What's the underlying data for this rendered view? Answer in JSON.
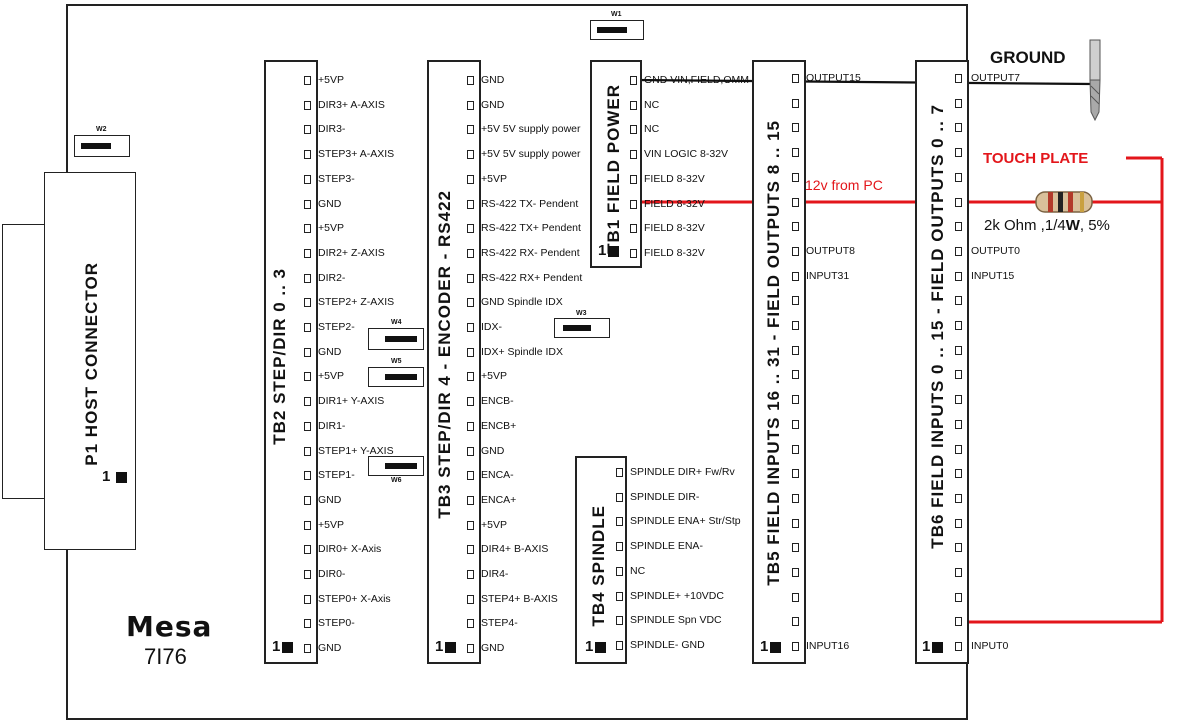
{
  "board": {
    "logo": "Mesa",
    "model": "7I76",
    "p1_label": "P1 HOST CONNECTOR",
    "pin_one": "1"
  },
  "jumpers": [
    {
      "id": "w1",
      "label": "W1"
    },
    {
      "id": "w2",
      "label": "W2"
    },
    {
      "id": "w3",
      "label": "W3"
    },
    {
      "id": "w4",
      "label": "W4"
    },
    {
      "id": "w5",
      "label": "W5"
    },
    {
      "id": "w6",
      "label": "W6"
    }
  ],
  "strips": [
    {
      "id": "tb2",
      "title": "TB2 STEP/DIR 0 .. 3",
      "pins": [
        "+5VP",
        "DIR3+ A-AXIS",
        "DIR3-",
        "STEP3+ A-AXIS",
        "STEP3-",
        "GND",
        "+5VP",
        "DIR2+ Z-AXIS",
        "DIR2-",
        "STEP2+ Z-AXIS",
        "STEP2-",
        "GND",
        "+5VP",
        "DIR1+ Y-AXIS",
        "DIR1-",
        "STEP1+ Y-AXIS",
        "STEP1-",
        "GND",
        "+5VP",
        "DIR0+ X-Axis",
        "DIR0-",
        "STEP0+ X-Axis",
        "STEP0-",
        "GND"
      ]
    },
    {
      "id": "tb3",
      "title": "TB3 STEP/DIR 4 - ENCODER - RS422",
      "pins": [
        "GND",
        "GND",
        "+5V 5V supply power",
        "+5V 5V supply power",
        "+5VP",
        "RS-422 TX- Pendent",
        "RS-422 TX+ Pendent",
        "RS-422 RX- Pendent",
        "RS-422 RX+ Pendent",
        "GND Spindle IDX",
        "IDX-",
        "IDX+ Spindle IDX",
        "+5VP",
        "ENCB-",
        "ENCB+",
        "GND",
        "ENCA-",
        "ENCA+",
        "+5VP",
        "DIR4+ B-AXIS",
        "DIR4-",
        "STEP4+ B-AXIS",
        "STEP4-",
        "GND"
      ]
    },
    {
      "id": "tb1",
      "title": "TB1 FIELD POWER",
      "pins": [
        "GND VIN,FIELD,OMM",
        "NC",
        "NC",
        "VIN LOGIC 8-32V",
        "FIELD 8-32V",
        "FIELD 8-32V",
        "FIELD 8-32V",
        "FIELD 8-32V"
      ]
    },
    {
      "id": "tb4",
      "title": "TB4 SPINDLE",
      "pins": [
        "SPINDLE DIR+ Fw/Rv",
        "SPINDLE DIR-",
        "SPINDLE ENA+ Str/Stp",
        "SPINDLE ENA-",
        "NC",
        "SPINDLE+ +10VDC",
        "SPINDLE Spn VDC",
        "SPINDLE- GND"
      ]
    },
    {
      "id": "tb5",
      "title": "TB5 FIELD INPUTS 16 .. 31 - FIELD OUTPUTS 8 .. 15",
      "pins": [
        "OUTPUT15",
        "",
        "",
        "",
        "",
        "",
        "",
        "OUTPUT8",
        "INPUT31",
        "",
        "",
        "",
        "",
        "",
        "",
        "",
        "",
        "",
        "",
        "",
        "",
        "",
        "",
        "INPUT16"
      ]
    },
    {
      "id": "tb6",
      "title": "TB6 FIELD INPUTS 0 .. 15 - FIELD OUTPUTS 0 .. 7",
      "pins": [
        "OUTPUT7",
        "",
        "",
        "",
        "",
        "",
        "",
        "OUTPUT0",
        "INPUT15",
        "",
        "",
        "",
        "",
        "",
        "",
        "",
        "",
        "",
        "",
        "",
        "",
        "",
        "",
        "INPUT0"
      ]
    }
  ],
  "annotations": {
    "ground": "GROUND",
    "touch_plate": "TOUCH PLATE",
    "twelve_volt": "12v from PC",
    "resistor_prefix": "2k Ohm ,1/4",
    "resistor_w": "W",
    "resistor_suffix": ", 5%"
  },
  "colors": {
    "wire_red": "#e3161b",
    "wire_black": "#111111",
    "outline": "#222222"
  }
}
